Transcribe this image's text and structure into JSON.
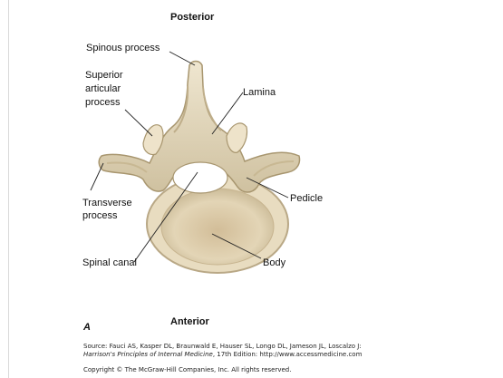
{
  "orientation": {
    "top": "Posterior",
    "bottom": "Anterior"
  },
  "panel_letter": "A",
  "labels": {
    "spinous_process": "Spinous process",
    "superior_articular_line1": "Superior",
    "superior_articular_line2": "articular",
    "superior_articular_line3": "process",
    "lamina": "Lamina",
    "transverse_line1": "Transverse",
    "transverse_line2": "process",
    "pedicle": "Pedicle",
    "spinal_canal": "Spinal canal",
    "body": "Body"
  },
  "source": {
    "line1": "Source: Fauci AS, Kasper DL, Braunwald E, Hauser SL, Longo DL, Jameson JL, Loscalzo J:",
    "line2_italic": "Harrison's Principles of Internal Medicine",
    "line2_rest": ", 17th Edition: http://www.accessmedicine.com",
    "copyright": "Copyright © The McGraw-Hill Companies, Inc. All rights reserved."
  },
  "colors": {
    "bone": "#e6dcc4",
    "bone_shadow": "#b8a886",
    "body_center": "#d6c3a2",
    "label_line": "#222222"
  }
}
